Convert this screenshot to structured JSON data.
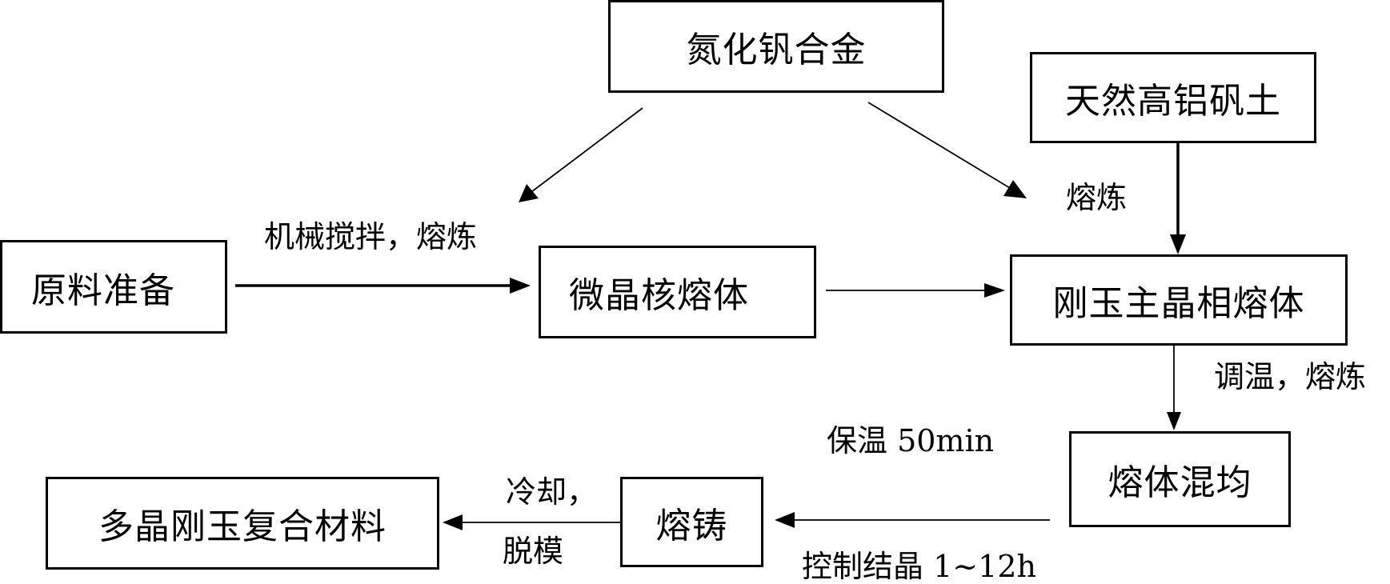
{
  "nodes": {
    "vanadium_nitride": "氮化钒合金",
    "bauxite": "天然高铝矾土",
    "raw_prep": "原料准备",
    "micro_nucleus_melt": "微晶核熔体",
    "corundum_main_melt": "刚玉主晶相熔体",
    "melt_mixing": "熔体混均",
    "casting": "熔铸",
    "composite_product": "多晶刚玉复合材料"
  },
  "edge_labels": {
    "mix_smelt": "机械搅拌，熔炼",
    "smelt": "熔炼",
    "temp_adjust": "调温，熔炼",
    "hold_temp": "保温 50min",
    "control_cryst": "控制结晶 1~12h",
    "cool": "冷却，",
    "demold": "脱模"
  }
}
